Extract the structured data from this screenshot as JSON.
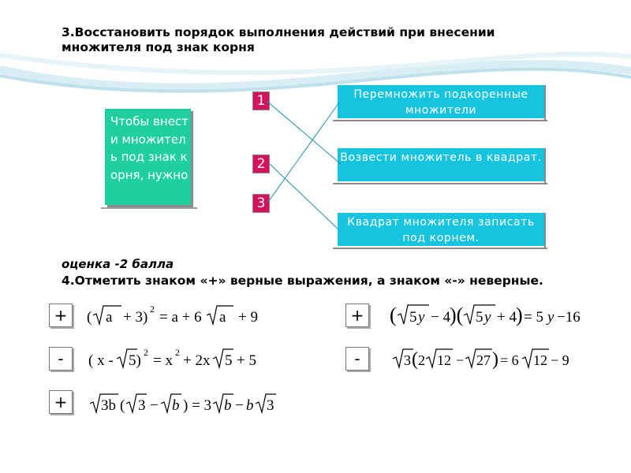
{
  "colors": {
    "accent_green": "#1fcfa0",
    "accent_cyan": "#16c4df",
    "number_bg": "#d6125f"
  },
  "task3": {
    "title": "3.Восстановить порядок выполнения действий при внесении множителя под знак корня",
    "left_box": "Чтобы внести множитель под знак корня, нужно",
    "numbers": [
      "1",
      "2",
      "3"
    ],
    "steps": [
      "Перемножить подкоренные множители",
      "Возвести множитель в квадрат.",
      "Квадрат множителя записать под корнем."
    ]
  },
  "score": "оценка -2 балла",
  "task4": {
    "title": "4.Отметить знаком «+» верные выражения, а знаком «-» неверные.",
    "marks": [
      "+",
      "-",
      "+",
      "+",
      "-"
    ]
  }
}
